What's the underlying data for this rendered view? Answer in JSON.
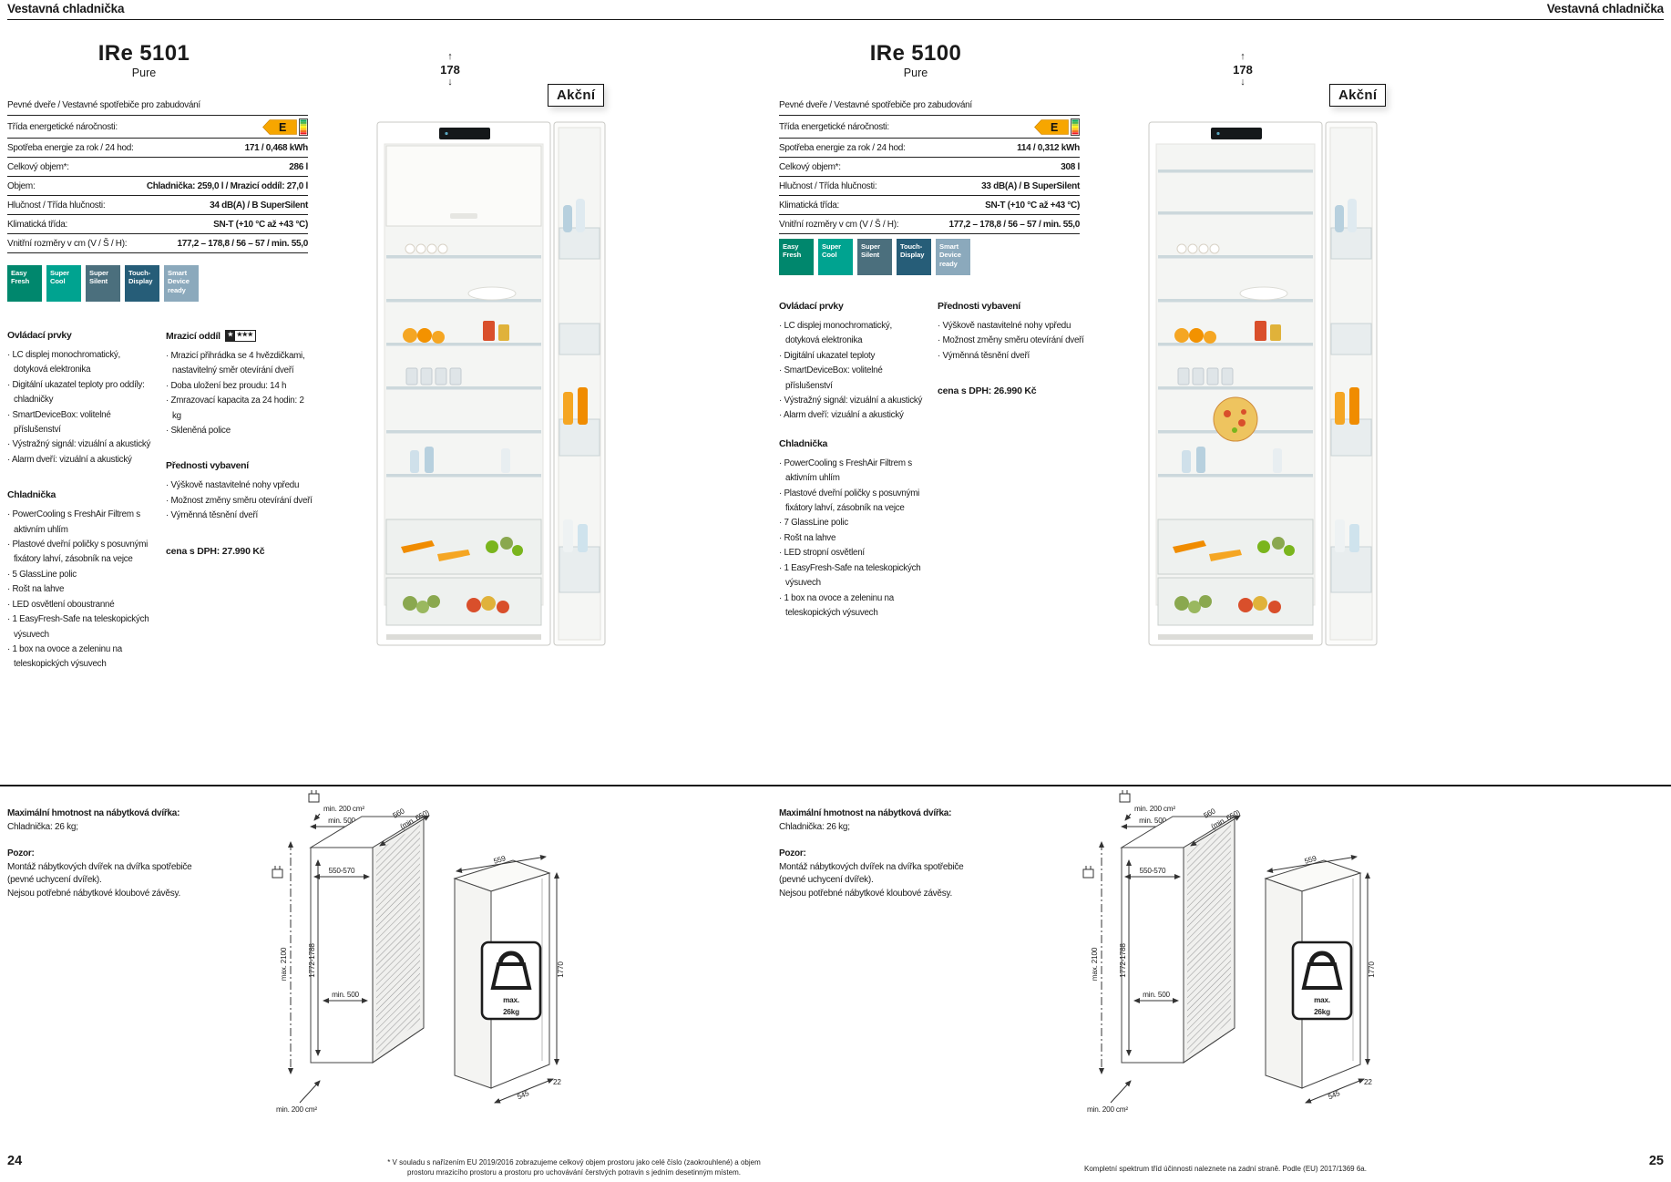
{
  "header": {
    "left_title": "Vestavná chladnička",
    "right_title": "Vestavná chladnička"
  },
  "pages": [
    {
      "model": "IRe 5101",
      "variant": "Pure",
      "height_cm": "178",
      "promo": "Akční",
      "table_header": "Pevné dveře / Vestavné spotřebiče pro zabudování",
      "energy_label": "Třída energetické náročnosti:",
      "energy_class": "E",
      "specs": [
        {
          "label": "Spotřeba energie za rok / 24 hod:",
          "value": "171 / 0,468 kWh"
        },
        {
          "label": "Celkový objem*:",
          "value": "286 l"
        },
        {
          "label": "Objem:",
          "value": "Chladnička: 259,0 l / Mrazicí oddíl: 27,0 l"
        },
        {
          "label": "Hlučnost / Třída hlučnosti:",
          "value": "34 dB(A) / B SuperSilent"
        },
        {
          "label": "Klimatická třída:",
          "value": "SN-T (+10 °C až +43 °C)"
        },
        {
          "label": "Vnitřní rozměry v cm (V / Š / H):",
          "value": "177,2 – 178,8 / 56 – 57 / min. 55,0"
        }
      ],
      "feature_badges": [
        {
          "name": "easy-fresh",
          "label": "Easy\nFresh",
          "color": "#00876d"
        },
        {
          "name": "super-cool",
          "label": "Super\nCool",
          "color": "#00a390"
        },
        {
          "name": "super-silent",
          "label": "Super\nSilent",
          "color": "#4b6f7d"
        },
        {
          "name": "touch-display",
          "label": "Touch-\nDisplay",
          "color": "#265d78"
        },
        {
          "name": "smart-device-ready",
          "label": "Smart\nDevice\nready",
          "color": "#8ba9bc"
        }
      ],
      "col1": [
        {
          "heading": "Ovládací prvky",
          "items": [
            "LC displej monochromatický, dotyková elektronika",
            "Digitální ukazatel teploty pro oddíly: chladničky",
            "SmartDeviceBox: volitelné příslušenství",
            "Výstražný signál: vizuální a akustický",
            "Alarm dveří: vizuální a akustický"
          ]
        },
        {
          "heading": "Chladnička",
          "items": [
            "PowerCooling s FreshAir Filtrem s aktivním uhlím",
            "Plastové dveřní poličky s posuvnými fixátory lahví, zásobník na vejce",
            "5 GlassLine polic",
            "Rošt na lahve",
            "LED osvětlení oboustranné",
            "1 EasyFresh-Safe na teleskopických výsuvech",
            "1 box na ovoce a zeleninu na teleskopických výsuvech"
          ]
        }
      ],
      "col2": [
        {
          "heading": "Mrazicí oddíl",
          "items": [
            "Mrazicí přihrádka se 4 hvězdičkami, nastavitelný směr otevírání dveří",
            "Doba uložení bez proudu: 14 h",
            "Zmrazovací kapacita za 24 hodin: 2 kg",
            "Skleněná police"
          ]
        },
        {
          "heading": "Přednosti vybavení",
          "items": [
            "Výškově nastavitelné nohy vpředu",
            "Možnost změny směru otevírání dveří",
            "Výměnná těsnění dveří"
          ]
        }
      ],
      "price": "cena s DPH: 27.990 Kč"
    },
    {
      "model": "IRe 5100",
      "variant": "Pure",
      "height_cm": "178",
      "promo": "Akční",
      "table_header": "Pevné dveře / Vestavné spotřebiče pro zabudování",
      "energy_label": "Třída energetické náročnosti:",
      "energy_class": "E",
      "specs": [
        {
          "label": "Spotřeba energie za rok / 24 hod:",
          "value": "114 / 0,312 kWh"
        },
        {
          "label": "Celkový objem*:",
          "value": "308 l"
        },
        {
          "label": "Hlučnost / Třída hlučnosti:",
          "value": "33 dB(A) / B SuperSilent"
        },
        {
          "label": "Klimatická třída:",
          "value": "SN-T (+10 °C až +43 °C)"
        },
        {
          "label": "Vnitřní rozměry v cm (V / Š / H):",
          "value": "177,2 – 178,8 / 56 – 57 / min. 55,0"
        }
      ],
      "feature_badges": [
        {
          "name": "easy-fresh",
          "label": "Easy\nFresh",
          "color": "#00876d"
        },
        {
          "name": "super-cool",
          "label": "Super\nCool",
          "color": "#00a390"
        },
        {
          "name": "super-silent",
          "label": "Super\nSilent",
          "color": "#4b6f7d"
        },
        {
          "name": "touch-display",
          "label": "Touch-\nDisplay",
          "color": "#265d78"
        },
        {
          "name": "smart-device-ready",
          "label": "Smart\nDevice\nready",
          "color": "#8ba9bc"
        }
      ],
      "col1": [
        {
          "heading": "Ovládací prvky",
          "items": [
            "LC displej monochromatický, dotyková elektronika",
            "Digitální ukazatel teploty",
            "SmartDeviceBox: volitelné příslušenství",
            "Výstražný signál: vizuální a akustický",
            "Alarm dveří: vizuální a akustický"
          ]
        },
        {
          "heading": "Chladnička",
          "items": [
            "PowerCooling s FreshAir Filtrem s aktivním uhlím",
            "Plastové dveřní poličky s posuvnými fixátory lahví, zásobník na vejce",
            "7 GlassLine polic",
            "Rošt na lahve",
            "LED stropní osvětlení",
            "1 EasyFresh-Safe na teleskopických výsuvech",
            "1 box na ovoce a zeleninu na teleskopických výsuvech"
          ]
        }
      ],
      "col2": [
        {
          "heading": "Přednosti vybavení",
          "items": [
            "Výškově nastavitelné nohy vpředu",
            "Možnost změny směru otevírání dveří",
            "Výměnná těsnění dveří"
          ]
        }
      ],
      "price": "cena s DPH: 26.990 Kč"
    }
  ],
  "bottom_note": {
    "heading": "Maximální hmotnost na nábytková dvířka:",
    "kg_line": "Chladnička: 26 kg;",
    "warn_heading": "Pozor:",
    "warn_lines": [
      "Montáž nábytkových dvířek na dvířka spotřebiče",
      "(pevné uchycení dvířek).",
      "Nejsou potřebné nábytkové kloubové závěsy."
    ]
  },
  "diagram": {
    "socket_label_top": "min. 200 cm²",
    "dim_min500_top": "min. 500",
    "dim_depth": "560",
    "dim_depth_min": "(min. 650)",
    "dim_niche_width": "550-570",
    "dim_max_height": "max. 2100",
    "dim_niche_height": "1772-1788",
    "dim_min500_inner": "min. 500",
    "dim_app_width": "559",
    "dim_app_height": "1770",
    "dim_plinth": "22",
    "dim_app_depth": "545",
    "socket_label_bottom": "min. 200 cm²",
    "weight_max": "max.",
    "weight_value": "26kg"
  },
  "footer": {
    "left_page_number": "24",
    "right_page_number": "25",
    "footnote_line1": "* V souladu s nařízením EU 2019/2016 zobrazujeme celkový objem prostoru jako celé číslo (zaokrouhlené) a objem",
    "footnote_line2": "prostoru mrazicího prostoru a prostoru pro uchovávání čerstvých potravin s jedním desetinným místem.",
    "right_note": "Kompletní spektrum tříd účinnosti naleznete na zadní straně. Podle (EU) 2017/1369 6a."
  },
  "colors": {
    "energy_arrow": "#f7a600",
    "accent_teal": "#00a390"
  }
}
